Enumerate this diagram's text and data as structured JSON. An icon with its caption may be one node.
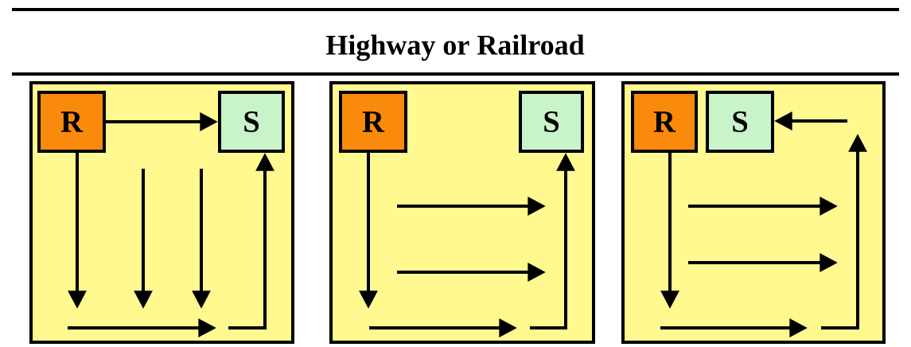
{
  "diagram": {
    "title": "Highway or Railroad",
    "nodes": [
      {
        "text": [],
        "shape": "box"
      },
      {
        "text": [
          "R"
        ],
        "in": 0
      },
      {
        "text": [
          "S"
        ],
        "in": 0
      },
      {
        "text": [],
        "shape": "box"
      },
      {
        "text": [
          "R"
        ],
        "in": 3
      },
      {
        "text": [
          "S"
        ],
        "in": 3
      },
      {
        "text": [],
        "shape": "box"
      },
      {
        "text": [
          "R"
        ],
        "in": 6
      },
      {
        "text": [
          "S"
        ],
        "in": 6
      }
    ],
    "edges": [
      {
        "from": 1,
        "to": 2,
        "arrow": "to"
      },
      {
        "from": null,
        "to": 2,
        "arrow": "to"
      },
      {
        "from": null,
        "to": 5,
        "arrow": "to"
      },
      {
        "from": null,
        "to": 8,
        "arrow": "to"
      },
      {
        "from": 1,
        "to": null,
        "arrow": "to"
      },
      {
        "from": 4,
        "to": null,
        "arrow": "to"
      },
      {
        "from": 7,
        "to": null,
        "arrow": "to"
      }
    ]
  }
}
